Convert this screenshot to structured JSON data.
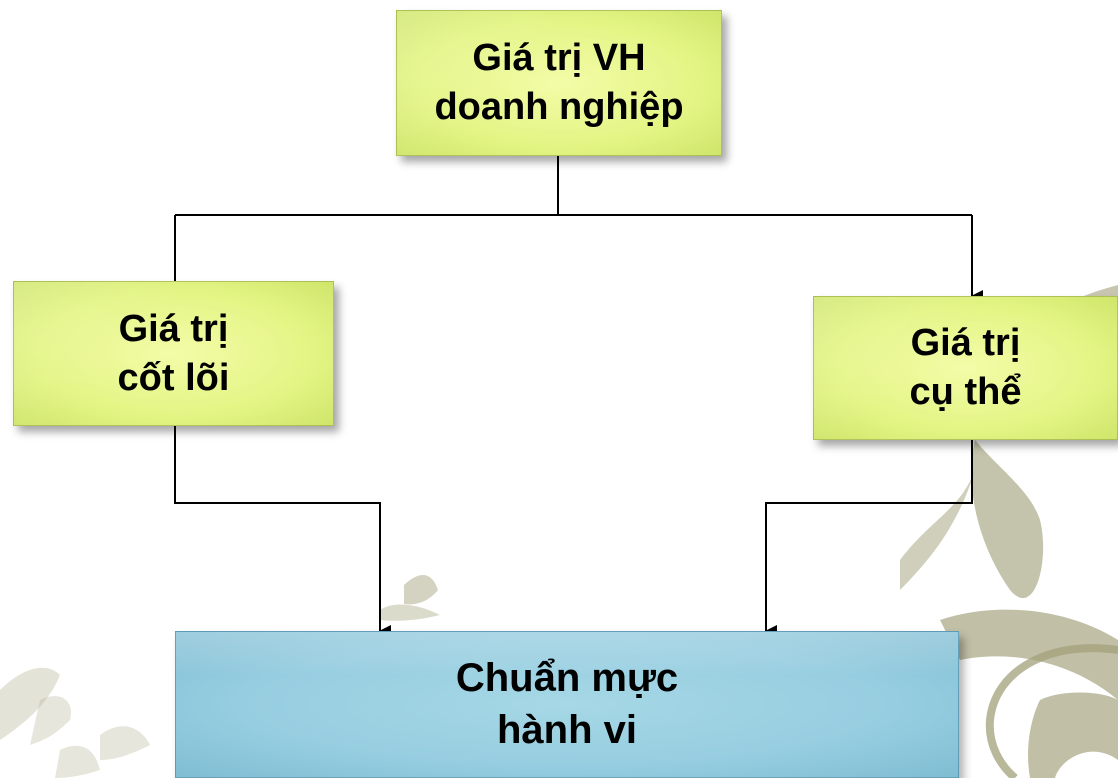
{
  "diagram": {
    "top_box": {
      "line1": "Giá trị VH",
      "line2": "doanh nghiệp"
    },
    "left_box": {
      "line1": "Giá trị",
      "line2": "cốt lõi"
    },
    "right_box": {
      "line1": "Giá trị",
      "line2": "cụ thể"
    },
    "bottom_box": {
      "line1": "Chuẩn mực",
      "line2": "hành vi"
    }
  },
  "colors": {
    "box_green": "#e4f585",
    "box_blue": "#96cde0",
    "connector": "#000000",
    "decor_swirl": "#a2a07a"
  }
}
